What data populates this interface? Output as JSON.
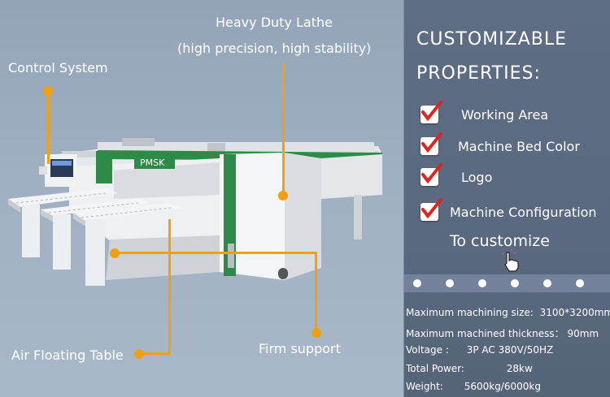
{
  "callouts": {
    "lathe_title": "Heavy Duty Lathe",
    "lathe_sub": "(high precision, high stability)",
    "control": "Control System",
    "air_table": "Air Floating Table",
    "firm": "Firm support"
  },
  "machine": {
    "brand": "PMSK"
  },
  "colors": {
    "accent": "#f0a011",
    "machine_green": "#2e8b47",
    "panel": "#5f6e84"
  },
  "right": {
    "title_line1": "CUSTOMIZABLE",
    "title_line2": "PROPERTIES:",
    "properties": [
      "Working Area",
      "Machine Bed Color",
      "Logo",
      "Machine Configuration"
    ],
    "cta": "To customize",
    "cursor_icon": "hand-pointer-icon",
    "carousel_count": 6,
    "specs": [
      {
        "label": "Maximum machining size:",
        "value": "3100*3200mm"
      },
      {
        "label": "Maximum machined thickness：",
        "value": "90mm"
      },
      {
        "label": "Voltage :",
        "value": "3P AC 380V/50HZ"
      },
      {
        "label": "Total Power:",
        "value": "28kw"
      },
      {
        "label": "Weight:",
        "value": "5600kg/6000kg"
      }
    ]
  }
}
